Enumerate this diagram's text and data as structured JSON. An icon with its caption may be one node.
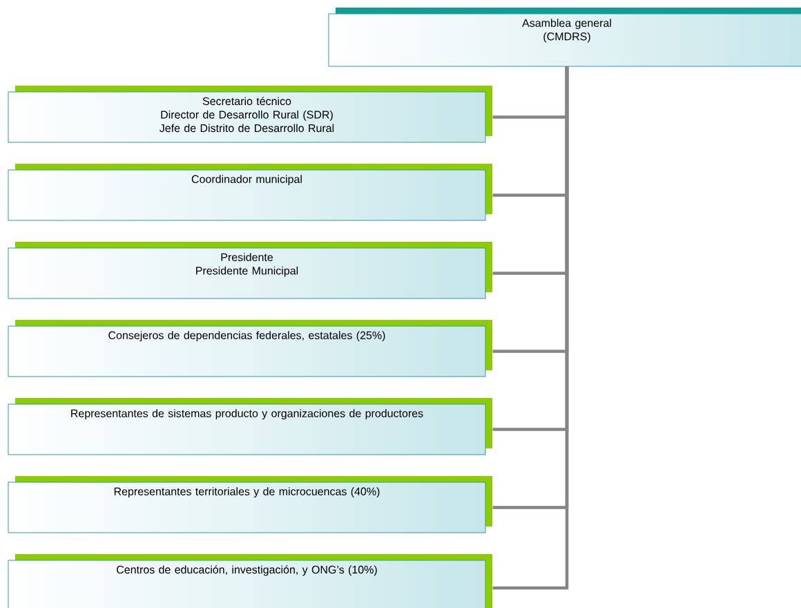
{
  "diagram": {
    "nodes": [
      {
        "text": [
          "Asamblea general",
          "(CMDRS)"
        ]
      },
      {
        "text": [
          "Secretario técnico",
          "Director de Desarrollo Rural (SDR)",
          "Jefe de Distrito de Desarrollo Rural"
        ]
      },
      {
        "text": [
          "Coordinador municipal"
        ]
      },
      {
        "text": [
          "Presidente",
          "Presidente Municipal"
        ]
      },
      {
        "text": [
          "Consejeros de dependencias federales, estatales (25%)"
        ]
      },
      {
        "text": [
          "Representantes de sistemas producto y organizaciones de productores"
        ]
      },
      {
        "text": [
          "Representantes territoriales y de microcuencas (40%)"
        ]
      },
      {
        "text": [
          "Centros de educación, investigación, y ONG’s (10%)"
        ]
      }
    ],
    "edges": [
      {
        "from": 0,
        "to": 1,
        "arrow": "none"
      },
      {
        "from": 0,
        "to": 2,
        "arrow": "none"
      },
      {
        "from": 0,
        "to": 3,
        "arrow": "none"
      },
      {
        "from": 0,
        "to": 4,
        "arrow": "none"
      },
      {
        "from": 0,
        "to": 5,
        "arrow": "none"
      },
      {
        "from": 0,
        "to": 6,
        "arrow": "none"
      },
      {
        "from": 0,
        "to": 7,
        "arrow": "none"
      }
    ]
  }
}
